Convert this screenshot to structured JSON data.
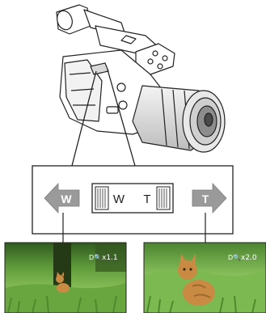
{
  "zoom_lever": {
    "wide_label": "W",
    "tele_label": "T",
    "arrow_wide_label": "W",
    "arrow_tele_label": "T"
  },
  "photos": [
    {
      "zoom_readout": "x1.1"
    },
    {
      "zoom_readout": "x2.0"
    }
  ],
  "colors": {
    "callout_border": "#222222",
    "arrow_fill": "#9a9a9a",
    "grass_light": "#86c05a",
    "grass_dark": "#3f7a2a",
    "cat": "#c98a44"
  }
}
